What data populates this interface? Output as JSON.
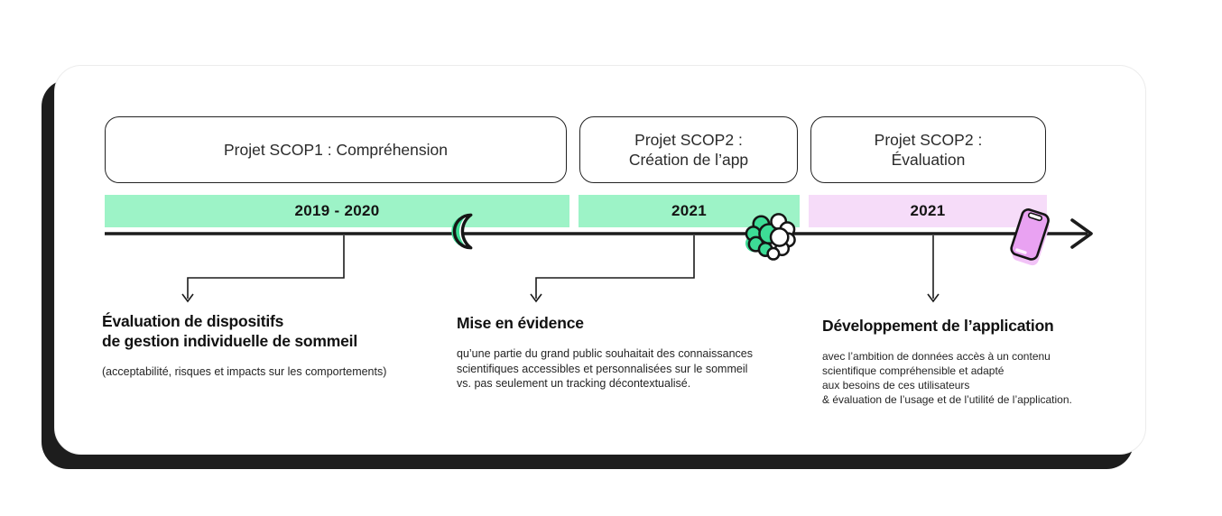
{
  "card": {
    "phases": [
      {
        "box_label": "Projet SCOP1 : Compréhension",
        "period": "2019 - 2020",
        "bar_color": "#9df3c7",
        "icon": "moon-icon"
      },
      {
        "box_label": "Projet SCOP2 :\nCréation de l’app",
        "period": "2021",
        "bar_color": "#9df3c7",
        "icon": "brain-icon"
      },
      {
        "box_label": "Projet SCOP2 :\nÉvaluation",
        "period": "2021",
        "bar_color": "#f6dcf9",
        "icon": "smartphone-icon"
      }
    ],
    "annotations": [
      {
        "title": "Évaluation de dispositifs\nde gestion individuelle de sommeil",
        "body": "(acceptabilité, risques et impacts sur les comportements)"
      },
      {
        "title": "Mise en évidence",
        "body": "qu’une partie du grand public souhaitait des connaissances\nscientifiques accessibles et personnalisées sur le sommeil\nvs. pas seulement un tracking décontextualisé."
      },
      {
        "title": "Développement de l’application",
        "body": "avec l’ambition de données accès à un contenu\nscientifique compréhensible et adapté\naux besoins de ces utilisateurs\n& évaluation de l’usage et de l’utilité de l’application."
      }
    ],
    "colors": {
      "bar_green": "#9df3c7",
      "bar_pink": "#f6dcf9",
      "icon_green": "#3ddc96",
      "icon_pink": "#e9a2f2",
      "icon_pink_shadow": "#f2c3f7",
      "ink": "#1c1c1c"
    }
  }
}
